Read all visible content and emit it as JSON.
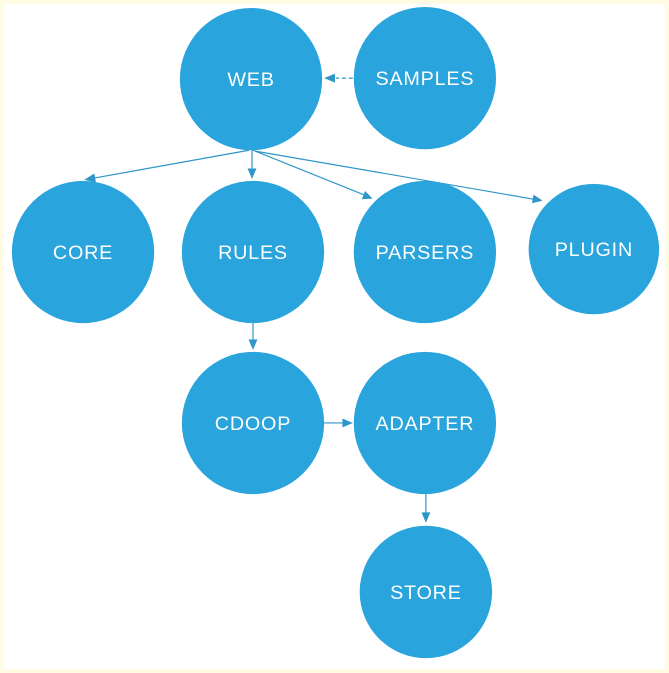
{
  "diagram": {
    "type": "directed-dependency-graph",
    "nodes": [
      {
        "id": "web",
        "label": "WEB"
      },
      {
        "id": "samples",
        "label": "SAMPLES"
      },
      {
        "id": "core",
        "label": "CORE"
      },
      {
        "id": "rules",
        "label": "RULES"
      },
      {
        "id": "parsers",
        "label": "PARSERS"
      },
      {
        "id": "plugin",
        "label": "PLUGIN"
      },
      {
        "id": "cdoop",
        "label": "CDOOP"
      },
      {
        "id": "adapter",
        "label": "ADAPTER"
      },
      {
        "id": "store",
        "label": "STORE"
      }
    ],
    "edges": [
      {
        "from": "SAMPLES",
        "to": "WEB",
        "line_style": "dashed"
      },
      {
        "from": "WEB",
        "to": "CORE",
        "line_style": "solid"
      },
      {
        "from": "WEB",
        "to": "RULES",
        "line_style": "solid"
      },
      {
        "from": "WEB",
        "to": "PARSERS",
        "line_style": "solid"
      },
      {
        "from": "WEB",
        "to": "PLUGIN",
        "line_style": "solid"
      },
      {
        "from": "RULES",
        "to": "CDOOP",
        "line_style": "solid"
      },
      {
        "from": "CDOOP",
        "to": "ADAPTER",
        "line_style": "solid"
      },
      {
        "from": "ADAPTER",
        "to": "STORE",
        "line_style": "solid"
      }
    ],
    "colors": {
      "node_fill": "#29a4dc",
      "node_text": "#fdfefe",
      "edge": "#2e96c8",
      "background": "#ffffff",
      "page_border": "#fffce3"
    }
  }
}
